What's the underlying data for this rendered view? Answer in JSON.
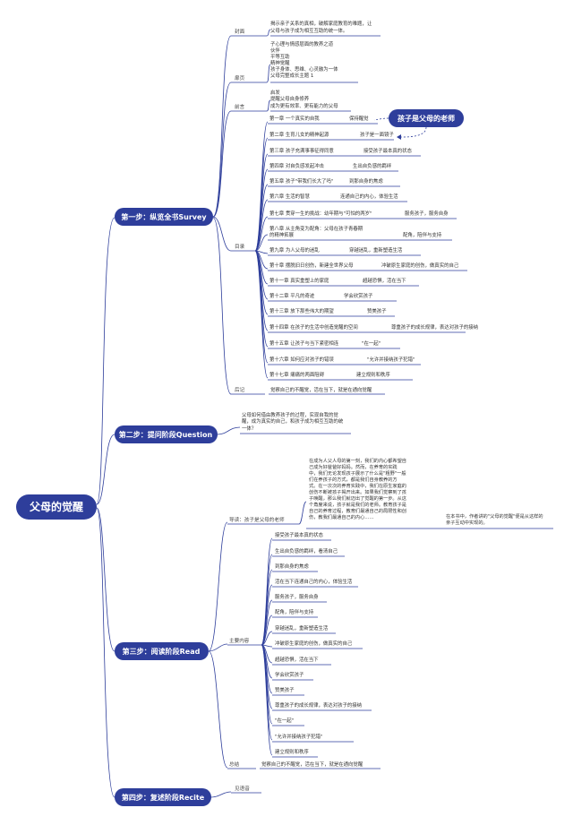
{
  "root": "父母的觉醒",
  "steps": [
    "第一步：纵览全书Survey",
    "第二步：提问阶段Question",
    "第三步：阅读阶段Read",
    "第四步：复述阶段Recite"
  ],
  "survey": {
    "cover_label": "封面",
    "cover_lines": [
      "揭示亲子关系的真相，破解家庭教育的难题，让",
      "父母与孩子成为相互互助的统一体。"
    ],
    "flap_label": "扉页",
    "flap_lines": [
      "子心理与情感层面的教养之道",
      "伙伴",
      "平等互助",
      "精神觉醒",
      "孩子身体、思维、心灵融为一体",
      "父母完整成长主题 1"
    ],
    "preface_label": "前言",
    "preface_lines": [
      "启发",
      "提醒父母自身修养",
      "成为更有效率、更有能力的父母"
    ],
    "toc_label": "目录",
    "chapters": [
      {
        "title": "第一章  一个真实的自我",
        "note": "保持醒觉"
      },
      {
        "title": "第二章  生育儿女的精神起源",
        "note": "孩子是一面镜子"
      },
      {
        "title": "第三章  孩子充满事事征得同意",
        "note": "接受孩子最本真的状态"
      },
      {
        "title": "第四章  对自负感发起冲击",
        "note": "生出自负感的羁绊"
      },
      {
        "title": "第五章  孩子\"带我们长大了吗\"",
        "note": "到那自身的焦虑"
      },
      {
        "title": "第六章  生活的智慧",
        "note": "连通自己的内心，体验生活"
      },
      {
        "title": "第七章  贯穿一生的挑战：幼年期与\"可怕的两岁\"",
        "note": "服务孩子，服务自身"
      },
      {
        "title": "第八章  从主角变为配角：父母在孩子青春期的精神拓展",
        "note": "配角，陪伴与支持"
      },
      {
        "title": "第九章  为人父母的迷乱",
        "note": "穿越迷乱，重新塑造生活"
      },
      {
        "title": "第十章  摆脱旧日创伤，新建全世界父母",
        "note": "冲破原生家庭的创伤，做真实的自己"
      },
      {
        "title": "第十一章  真实重塑上的家庭",
        "note": "超越恐惧，活在当下"
      },
      {
        "title": "第十二章  平凡的奇迹",
        "note": "学会欣赏孩子"
      },
      {
        "title": "第十三章  放下那些伟大的期望",
        "note": "赞美孩子"
      },
      {
        "title": "第十四章  在孩子的生活中创造觉醒的空间",
        "note": "尊重孩子的成长规律，表达对孩子的接纳"
      },
      {
        "title": "第十五章  让孩子与当下紧密相连",
        "note": "\"在一起\""
      },
      {
        "title": "第十六章  如何应对孩子的错误",
        "note": "\"允许并接纳孩子犯错\""
      },
      {
        "title": "第十七章  痛痛的两面阻碍",
        "note": "建立规则和秩序"
      }
    ],
    "callout": "孩子是父母的老师",
    "afterword_label": "后记",
    "afterword_text": "觉察自己的不醒觉，活在当下，就是在通向觉醒"
  },
  "question": {
    "lines": [
      "父母如何借由教养孩子的过程，实现自我的觉",
      "醒，成为真实的自己，和孩子成为相互互助的统",
      "一体？"
    ]
  },
  "read": {
    "guide_label": "导读：孩子是父母的老师",
    "guide_lines": [
      "在成为人父人母的第一刻，我们的内心都希望自",
      "己成为好爸爸好妈妈。然而，在养育的实践",
      "中，我们无论发现孩子展示了什么是\"粗野\"一般",
      "们在养孩子的方式，都是我们自身教养的方",
      "式。在一次次的养育实践中，我们在原生家庭的",
      "创伤不断被孩子揭开出来。如果我们觉察到了孩",
      "子唤醒，那么我们就迈出了觉醒的第一步。从这",
      "个角度来说，孩子就是我们的老师。教育孩子是",
      "自己的养育过程，教育们最通自己的局限性和创",
      "伤，教我们最通自己的内心……"
    ],
    "guide_side": [
      "在本书中，作者讲的\"父母的觉醒\"便是从这样的",
      "亲子互动中实现的。"
    ],
    "main_label": "主要内容",
    "main_items": [
      "接受孩子最本真的状态",
      "生出自负感的羁绊，看清自己",
      "到那自身的焦虑",
      "活在当下连通自己的内心，体验生活",
      "服务孩子，服务自身",
      "配角，陪伴与支持",
      "穿越迷乱，重新塑造生活",
      "冲破原生家庭的创伤，做真实的自己",
      "超越恐惧，活在当下",
      "学会欣赏孩子",
      "赞美孩子",
      "尊重孩子的成长规律，表达对孩子的接纳",
      "\"在一起\"",
      "\"允许并接纳孩子犯错\"",
      "建立规则和秩序"
    ],
    "summary_label": "总结",
    "summary_text": "觉察自己的不醒觉，活在当下，就是在通向觉醒"
  },
  "recite": {
    "label": "见语音"
  },
  "colors": {
    "accent": "#2e3e9b",
    "line": "#2e3e9b",
    "text": "#333333"
  }
}
